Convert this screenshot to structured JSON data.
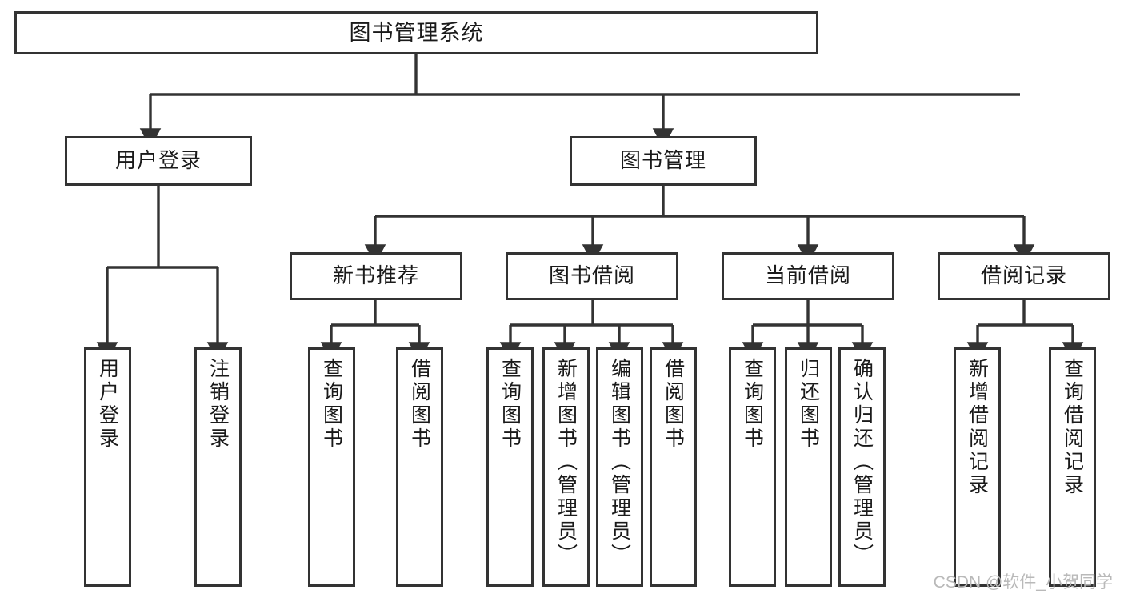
{
  "diagram": {
    "type": "tree",
    "title": "图书管理系统",
    "orientation": "top-down",
    "colors": {
      "stroke": "#333333",
      "fill": "#ffffff",
      "text": "#1a1a1a",
      "watermark": "#b9b9b9"
    },
    "root": {
      "label": "图书管理系统"
    },
    "level2": [
      {
        "label": "用户登录"
      },
      {
        "label": "图书管理"
      }
    ],
    "level3": [
      {
        "label": "新书推荐"
      },
      {
        "label": "图书借阅"
      },
      {
        "label": "当前借阅"
      },
      {
        "label": "借阅记录"
      }
    ],
    "leaves": {
      "user_login": [
        {
          "label": "用户登录"
        },
        {
          "label": "注销登录"
        }
      ],
      "new_book": [
        {
          "label": "查询图书"
        },
        {
          "label": "借阅图书"
        }
      ],
      "book_borrow": [
        {
          "label": "查询图书"
        },
        {
          "label": "新增图书（管理员）"
        },
        {
          "label": "编辑图书（管理员）"
        },
        {
          "label": "借阅图书"
        }
      ],
      "current_borrow": [
        {
          "label": "查询图书"
        },
        {
          "label": "归还图书"
        },
        {
          "label": "确认归还（管理员）"
        }
      ],
      "borrow_record": [
        {
          "label": "新增借阅记录"
        },
        {
          "label": "查询借阅记录"
        }
      ]
    }
  },
  "watermark": {
    "text": "CSDN @软件_小贺同学"
  }
}
